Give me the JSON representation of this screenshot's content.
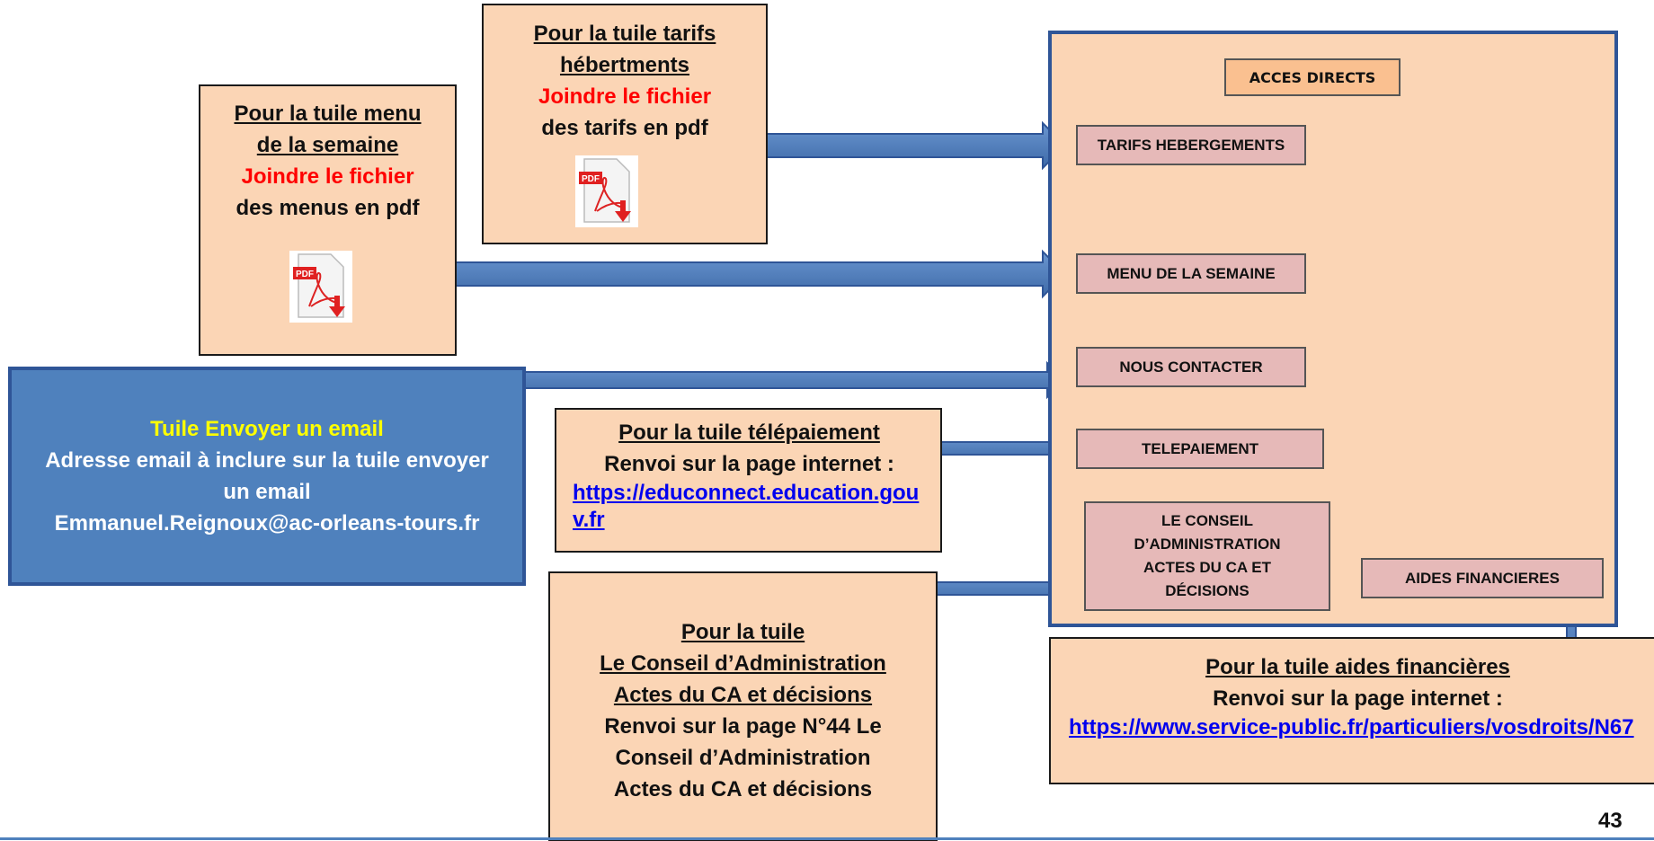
{
  "menu_box": {
    "title_line1": "Pour la tuile menu",
    "title_line2": "de la semaine",
    "red": "Joindre le fichier",
    "body": "des menus en pdf",
    "pdf_icon": "pdf-download-icon"
  },
  "tarifs_box": {
    "title_line1": "Pour la tuile tarifs",
    "title_line2": "hébertments",
    "red": "Joindre le fichier",
    "body": "des tarifs en pdf",
    "pdf_icon": "pdf-download-icon"
  },
  "email_box": {
    "title": "Tuile Envoyer un email",
    "line1": "Adresse email à inclure sur la tuile envoyer",
    "line2": "un email",
    "email": "Emmanuel.Reignoux@ac-orleans-tours.fr"
  },
  "telepaiement_box": {
    "title": "Pour la tuile télépaiement",
    "line1": "Renvoi sur la page internet :",
    "link": "https://educonnect.education.gouv.fr"
  },
  "conseil_box": {
    "line1": "Pour la tuile",
    "line2": "Le Conseil d’Administration",
    "line3": "Actes du CA et décisions",
    "line4": "Renvoi sur la page N°44 Le",
    "line5": "Conseil d’Administration",
    "line6": "Actes du CA et décisions"
  },
  "aides_box": {
    "title": "Pour la tuile aides financières",
    "line1": "Renvoi sur la page internet :",
    "link": "https://www.service-public.fr/particuliers/vosdroits/N67"
  },
  "panel": {
    "header": "ACCES DIRECTS",
    "tiles": {
      "tarifs": "TARIFS HEBERGEMENTS",
      "menu": "MENU DE LA SEMAINE",
      "contact": "NOUS CONTACTER",
      "telepaiement": "TELEPAIEMENT",
      "conseil_l1": "LE CONSEIL",
      "conseil_l2": "D’ADMINISTRATION",
      "conseil_l3": "ACTES DU CA ET",
      "conseil_l4": "DÉCISIONS",
      "aides": "AIDES FINANCIERES"
    }
  },
  "page_number": "43",
  "colors": {
    "box_fill": "#fbd5b5",
    "tile_fill": "#e6b9b8",
    "arrow_fill": "#4f7fbf",
    "email_box_fill": "#4f81bd",
    "email_title": "#ffff00",
    "highlight_red": "#ff0000",
    "link_blue": "#0000ee",
    "header_fill": "#fac090"
  }
}
